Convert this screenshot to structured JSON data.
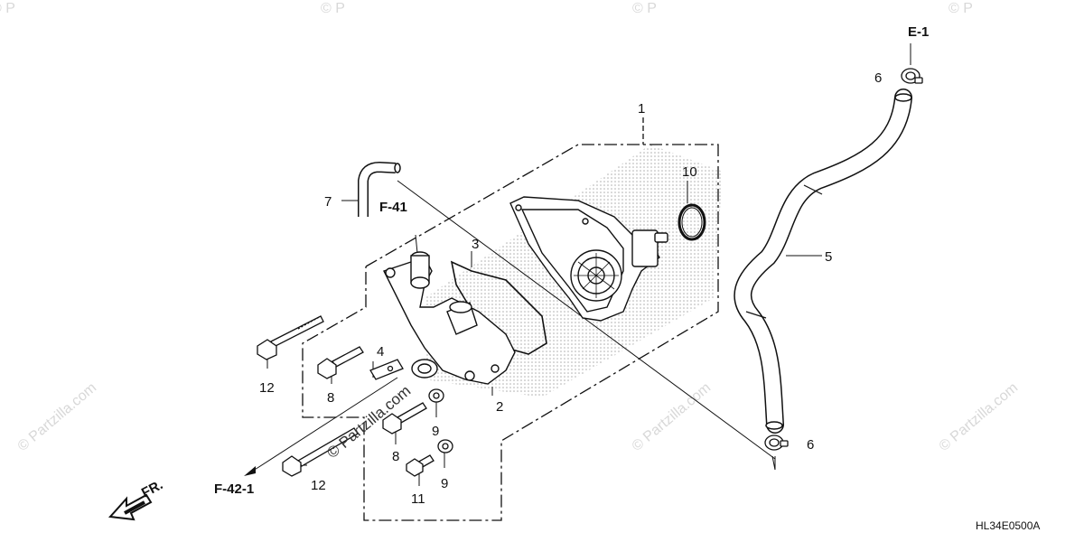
{
  "watermark": {
    "text": "© Partzilla.com",
    "top_fragment": "© P"
  },
  "callouts": {
    "c1": "1",
    "c2": "2",
    "c3": "3",
    "c4": "4",
    "c5": "5",
    "c6_top": "6",
    "c6_bottom": "6",
    "c7": "7",
    "c8_upper": "8",
    "c8_lower": "8",
    "c9_upper": "9",
    "c9_lower": "9",
    "c10": "10",
    "c11": "11",
    "c12_upper": "12",
    "c12_lower": "12"
  },
  "references": {
    "e1": "E-1",
    "f41": "F-41",
    "f421": "F-42-1",
    "fr": "FR."
  },
  "diagram_code": "HL34E0500A",
  "colors": {
    "line": "#111111",
    "halftone": "#9a9a9a",
    "watermark": "#d8d8d8"
  }
}
